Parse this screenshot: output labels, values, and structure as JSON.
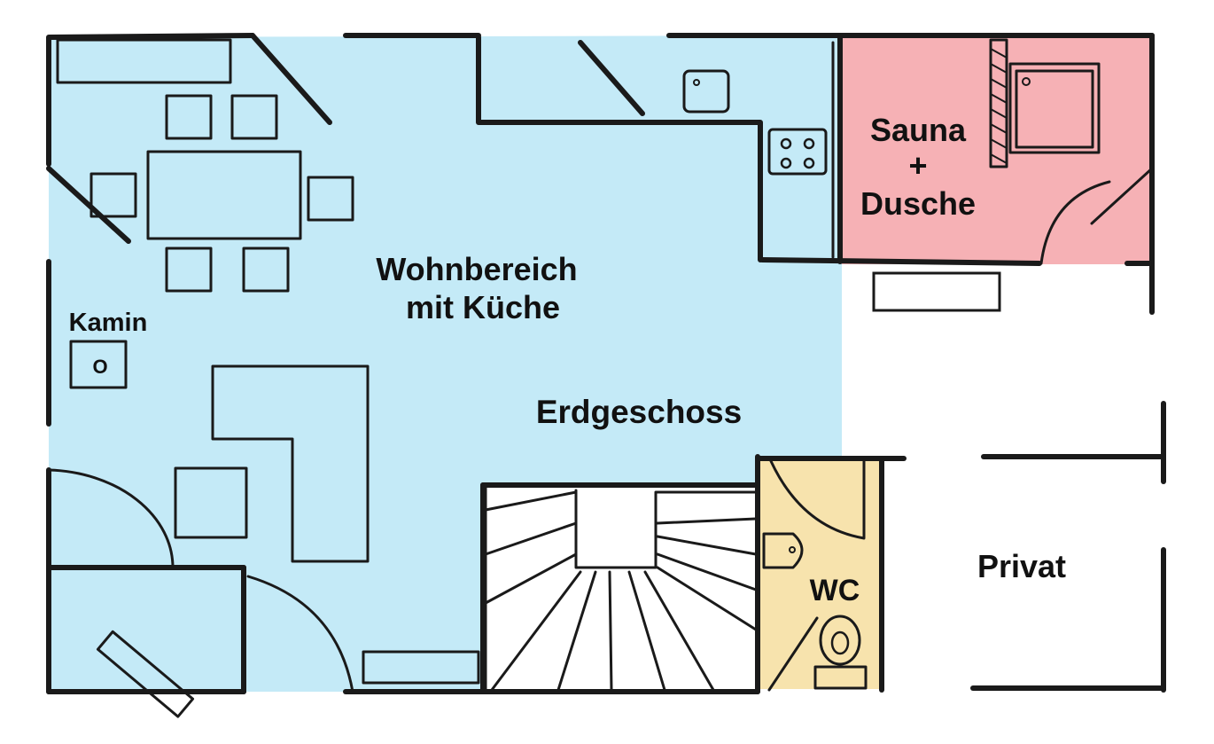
{
  "rooms": {
    "living": {
      "label_line1": "Wohnbereich",
      "label_line2": "mit Küche",
      "color": "#c4eaf7"
    },
    "fireplace": {
      "label": "Kamin",
      "symbol": "O"
    },
    "sauna": {
      "label_line1": "Sauna",
      "label_line2": "+",
      "label_line3": "Dusche",
      "color": "#f6b1b5"
    },
    "wc": {
      "label": "WC",
      "color": "#f7e3ad"
    },
    "private": {
      "label": "Privat"
    }
  },
  "floor": {
    "label": "Erdgeschoss",
    "color": "#13328c"
  },
  "colors": {
    "line": "#1a1a1a",
    "background": "#ffffff"
  }
}
